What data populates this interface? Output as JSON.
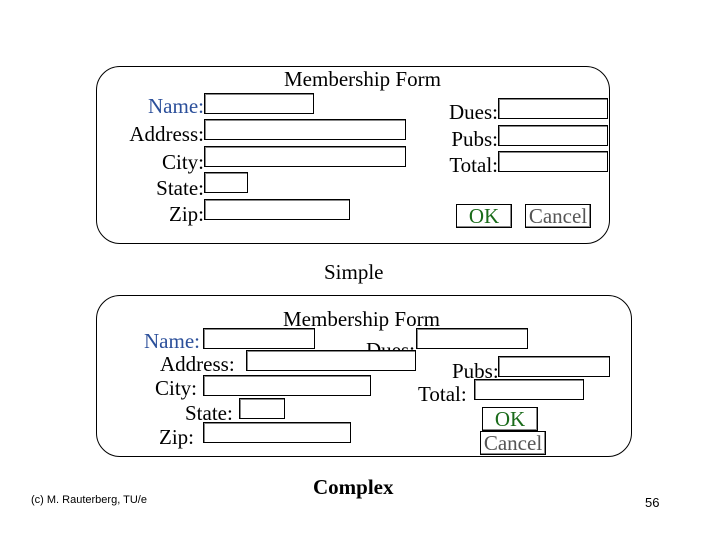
{
  "colors": {
    "accent_blue": "#2b4f9a",
    "ok_green": "#1a6b1a",
    "cancel_gray": "#555555",
    "text": "#000000"
  },
  "simple": {
    "title": "Membership Form",
    "labels": {
      "name": "Name:",
      "address": "Address:",
      "city": "City:",
      "state": "State:",
      "zip": "Zip:"
    },
    "right_labels": {
      "dues": "Dues:",
      "pubs": "Pubs:",
      "total": "Total:"
    },
    "buttons": {
      "ok": "OK",
      "cancel": "Cancel"
    },
    "caption": "Simple"
  },
  "complex": {
    "title": "Membership Form",
    "labels": {
      "name": "Name:",
      "address": "Address:",
      "city": "City:",
      "state": "State:",
      "zip": "Zip:"
    },
    "right_labels": {
      "dues": "Dues:",
      "pubs": "Pubs:",
      "total": "Total:"
    },
    "buttons": {
      "ok": "OK",
      "cancel": "Cancel"
    },
    "caption": "Complex"
  },
  "footer": {
    "copyright": "(c) M. Rauterberg, TU/e",
    "page_number": "56"
  }
}
